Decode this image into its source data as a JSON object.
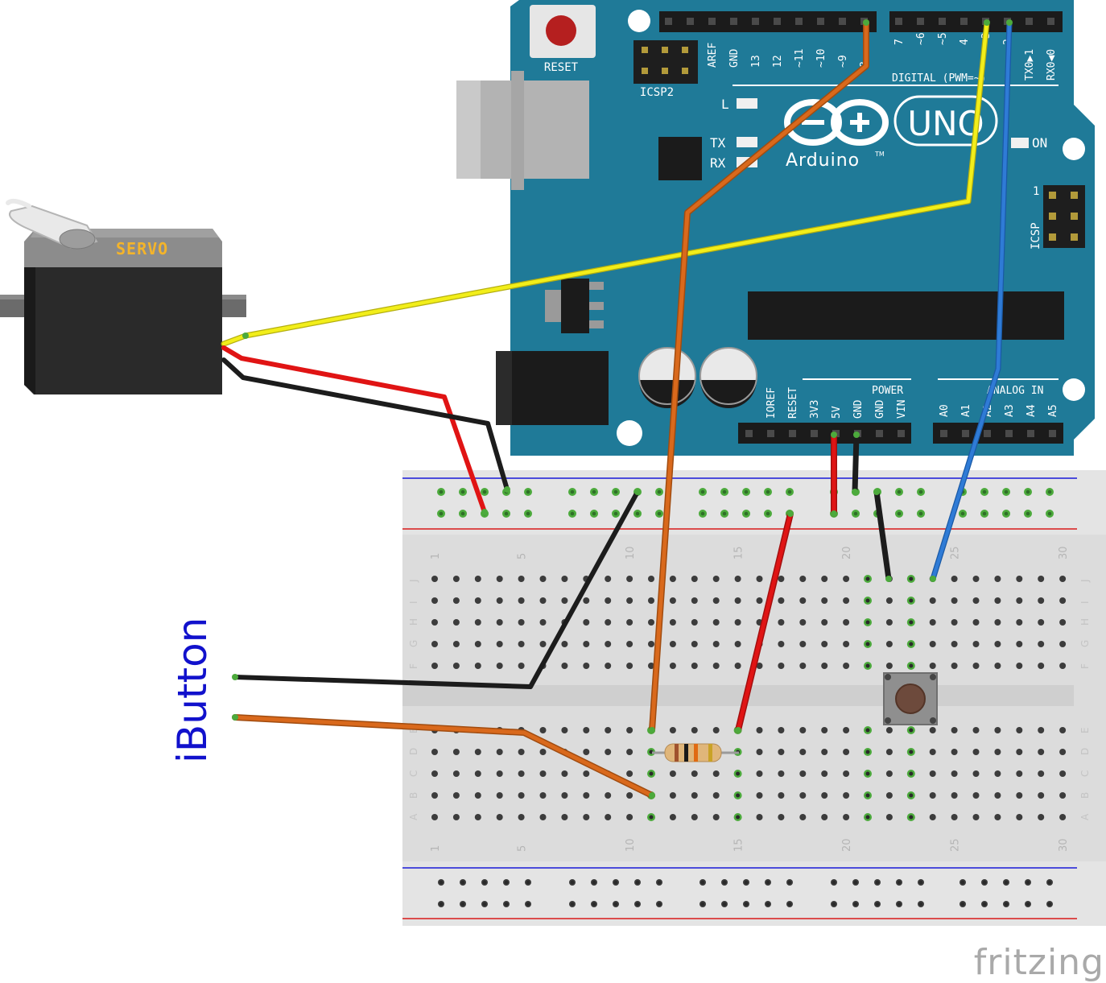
{
  "arduino": {
    "reset_label": "RESET",
    "icsp2_label": "ICSP2",
    "icsp_label": "ICSP",
    "icsp_pin1": "1",
    "led_l": "L",
    "led_tx": "TX",
    "led_rx": "RX",
    "led_on": "ON",
    "logo_text": "Arduino",
    "tm": "TM",
    "model": "UNO",
    "digital_label": "DIGITAL (PWM=~)",
    "power_label": "POWER",
    "analog_label": "ANALOG IN",
    "top_pins_left": [
      "AREF",
      "GND",
      "13",
      "12",
      "~11",
      "~10",
      "~9",
      "8"
    ],
    "top_pins_right": [
      "7",
      "~6",
      "~5",
      "4",
      "~3",
      "2",
      "TX0▶1",
      "RX0◀0"
    ],
    "power_pins": [
      "IOREF",
      "RESET",
      "3V3",
      "5V",
      "GND",
      "GND",
      "VIN"
    ],
    "analog_pins": [
      "A0",
      "A1",
      "A2",
      "A3",
      "A4",
      "A5"
    ]
  },
  "servo": {
    "label": "SERVO"
  },
  "ibutton": {
    "label": "iButton"
  },
  "breadboard": {
    "column_numbers": [
      "1",
      "5",
      "10",
      "15",
      "20",
      "25",
      "30"
    ],
    "rows_top": [
      "J",
      "I",
      "H",
      "G",
      "F"
    ],
    "rows_bottom": [
      "E",
      "D",
      "C",
      "B",
      "A"
    ]
  },
  "watermark": "fritzing",
  "colors": {
    "board": "#1f7a98",
    "wire_yellow": "#f2ee1a",
    "wire_orange": "#d9691c",
    "wire_blue": "#2f7bd6",
    "wire_red": "#e01414",
    "wire_black": "#1c1c1c",
    "ibutton_text": "#1111cc"
  }
}
